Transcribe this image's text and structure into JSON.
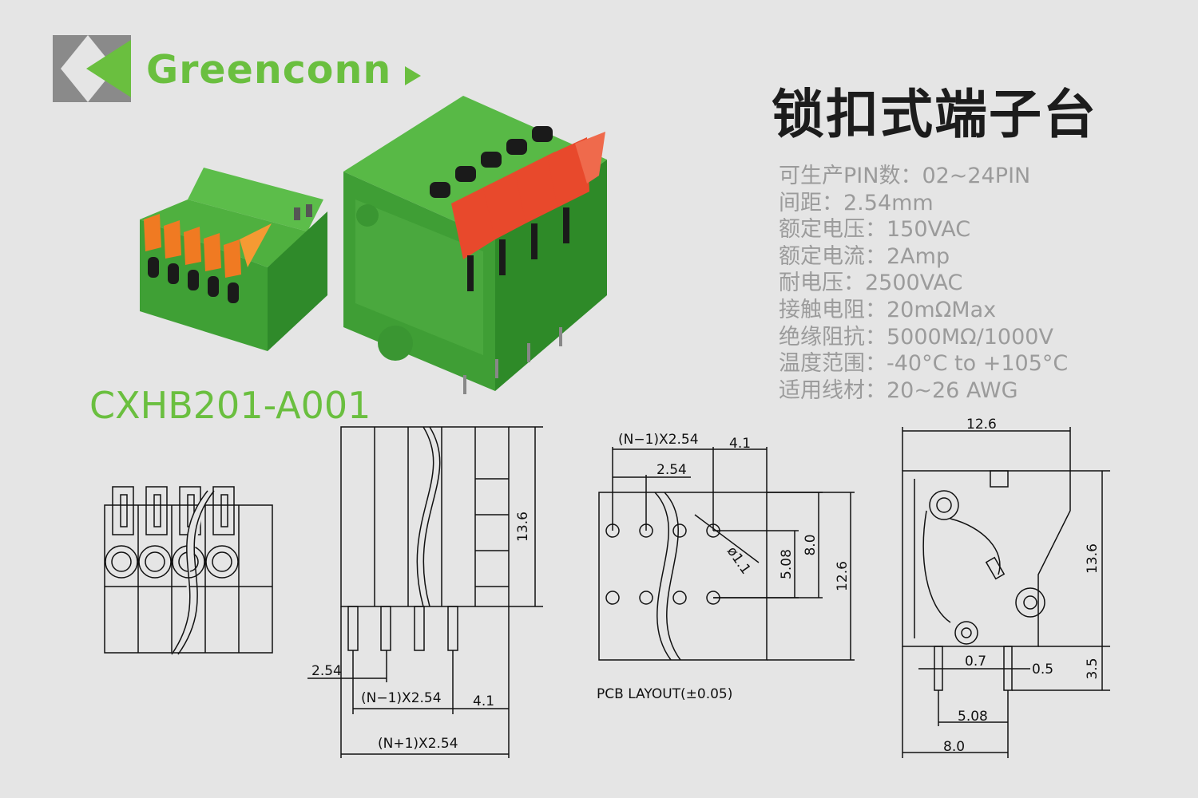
{
  "logo": {
    "brand_name": "Greenconn",
    "brand_color": "#6abf3f",
    "mark_color": "#8a8a8a"
  },
  "product": {
    "title": "锁扣式端子台",
    "model": "CXHB201-A001"
  },
  "specs": [
    {
      "label": "可生产PIN数",
      "value": "02~24PIN"
    },
    {
      "label": "间距",
      "value": "2.54mm"
    },
    {
      "label": "额定电压",
      "value": "150VAC"
    },
    {
      "label": "额定电流",
      "value": "2Amp"
    },
    {
      "label": "耐电压",
      "value": "2500VAC"
    },
    {
      "label": "接触电阻",
      "value": "20mΩMax"
    },
    {
      "label": "绝缘阻抗",
      "value": "5000MΩ/1000V"
    },
    {
      "label": "温度范围",
      "value": "-40°C to +105°C"
    },
    {
      "label": "适用线材",
      "value": "20~26 AWG"
    }
  ],
  "drawings": {
    "side_view": {
      "height": "13.6",
      "pitch": "2.54",
      "span": "(N−1)X2.54",
      "offset": "4.1",
      "total": "(N+1)X2.54"
    },
    "pcb_layout": {
      "caption": "PCB LAYOUT(±0.05)",
      "span": "(N−1)X2.54",
      "offset": "4.1",
      "pitch": "2.54",
      "hole": "ø1.1",
      "row_spacing": "5.08",
      "depth": "8.0",
      "width": "12.6"
    },
    "profile_view": {
      "width": "12.6",
      "height": "13.6",
      "pin_length": "3.5",
      "pin_a": "0.7",
      "pin_b": "0.5",
      "pin_spacing": "5.08",
      "base": "8.0"
    }
  },
  "colors": {
    "housing_green": "#3f9e35",
    "lever_orange": "#e8492c",
    "background": "#e5e5e5"
  }
}
